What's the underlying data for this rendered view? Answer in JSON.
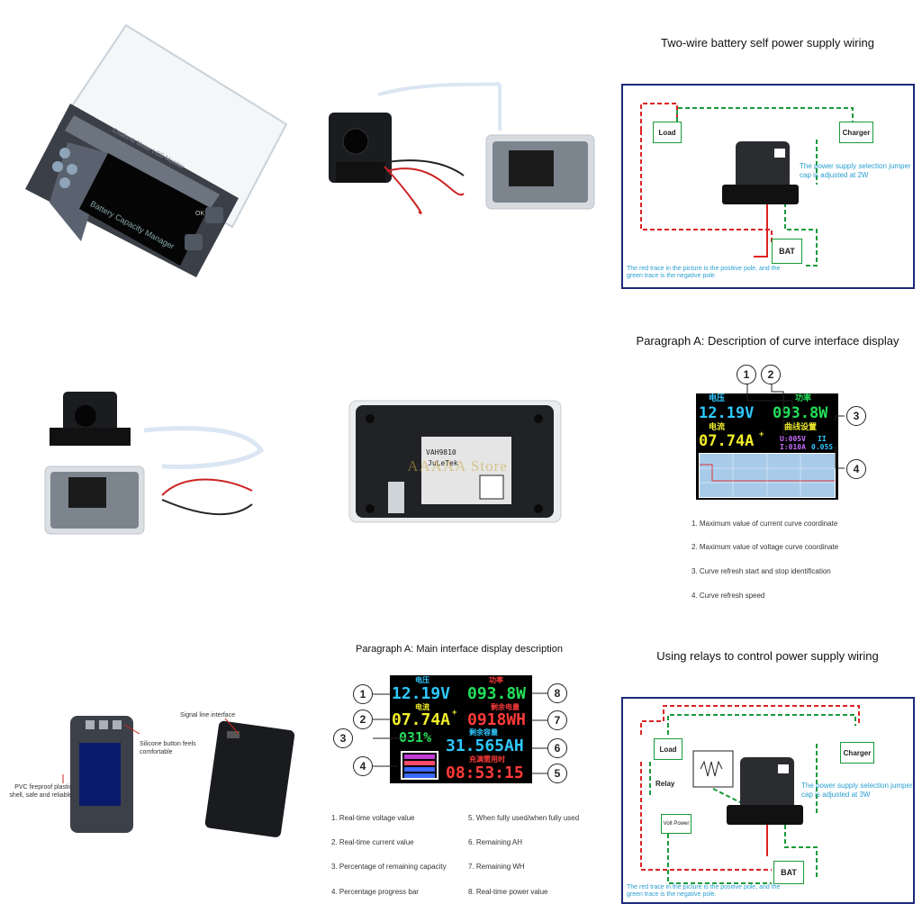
{
  "panel_two_wire": {
    "title": "Two-wire battery self power supply wiring",
    "load": "Load",
    "charger": "Charger",
    "bat": "BAT",
    "note": "The power supply selection jumper cap is adjusted at 2W",
    "trace_note": "The red trace in the picture is the positive pole, and the green trace is the negative pole."
  },
  "panel_curve": {
    "title": "Paragraph A: Description of curve interface display",
    "screen": {
      "label_voltage": "电压",
      "label_power": "功率",
      "voltage": "12.19V",
      "power": "093.8W",
      "label_current": "电流",
      "label_curve": "曲线设置",
      "current": "07.74A",
      "current_suffix": "+",
      "u_max": "U:005V",
      "i_max": "I:010A",
      "speed": "0.05S",
      "pause": "II"
    },
    "callouts": [
      "1",
      "2",
      "3",
      "4"
    ],
    "list": [
      "1. Maximum value of current curve coordinate",
      "2. Maximum value of voltage curve coordinate",
      "3. Curve refresh start and stop identification",
      "4. Curve refresh speed"
    ]
  },
  "product_back": {
    "watermark": "AAAAA Store",
    "model": "VAH9810",
    "brand": "JuLeTek"
  },
  "product_front": {
    "device_text": "Battery Capacity Manager",
    "device_title": "Coulomb Meter LCD Monitor",
    "ok_label": "OK"
  },
  "panel_hand": {
    "signal_label": "Signal line interface",
    "button_label": "Silicone button feels comfortable",
    "shell_label": "PVC fireproof plastic shell, safe and reliable"
  },
  "panel_main": {
    "title": "Paragraph A: Main interface display description",
    "screen": {
      "label_voltage": "电压",
      "label_power": "功率",
      "voltage": "12.19V",
      "power": "093.8W",
      "label_current": "电流",
      "label_energy": "剩余电量",
      "current": "07.74A",
      "current_suffix": "+",
      "energy": "0918WH",
      "percent": "031%",
      "label_capacity": "剩余容量",
      "capacity": "31.565AH",
      "label_time": "充满需用时",
      "time": "08:53:15"
    },
    "callouts_left": [
      "1",
      "2",
      "3",
      "4"
    ],
    "callouts_right": [
      "8",
      "7",
      "6",
      "5"
    ],
    "list_left": [
      "1. Real-time voltage value",
      "2. Real-time current value",
      "3. Percentage of remaining capacity",
      "4. Percentage progress bar"
    ],
    "list_right": [
      "5. When fully used/when fully used",
      "6. Remaining AH",
      "7. Remaining WH",
      "8. Real-time power value"
    ]
  },
  "panel_relay": {
    "title": "Using relays to control power supply wiring",
    "load": "Load",
    "charger": "Charger",
    "relay": "Relay",
    "volt_power": "Volt Power",
    "bat": "BAT",
    "note": "The power supply selection jumper cap is adjusted at 3W",
    "trace_note": "The red trace in the picture is the positive pole, and the green trace is the negative pole."
  },
  "colors": {
    "frame": "#1a2a7a",
    "red_trace": "#d22",
    "green_trace": "#1a9a3a",
    "note_cyan": "#2a9fd0",
    "lcd_cyan": "#2fc8ff",
    "lcd_green": "#23e05a",
    "lcd_yellow": "#f2ee2a",
    "lcd_red": "#ff3a3a"
  }
}
